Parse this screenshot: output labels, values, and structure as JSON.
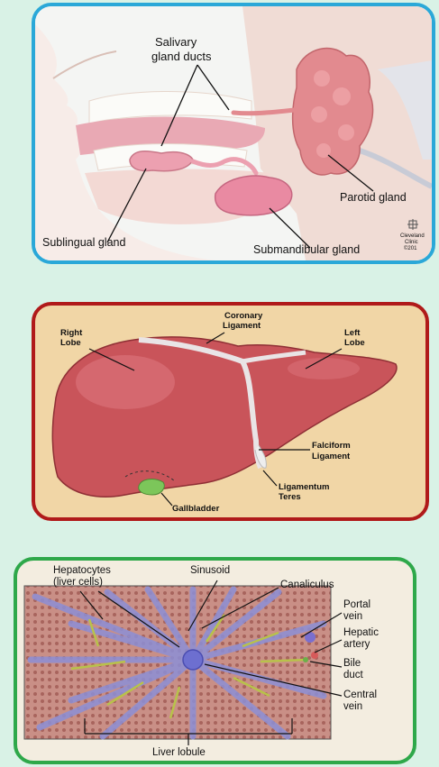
{
  "salivary": {
    "label_ducts_1": "Salivary",
    "label_ducts_2": "gland ducts",
    "label_parotid": "Parotid gland",
    "label_sublingual": "Sublingual gland",
    "label_submandibular": "Submandibular gland",
    "credit_1": "Cleveland",
    "credit_2": "Clinic",
    "credit_3": "©201",
    "border_color": "#2aa8d8"
  },
  "liver": {
    "label_right_lobe_1": "Right",
    "label_right_lobe_2": "Lobe",
    "label_coronary_1": "Coronary",
    "label_coronary_2": "Ligament",
    "label_left_lobe_1": "Left",
    "label_left_lobe_2": "Lobe",
    "label_falciform_1": "Falciform",
    "label_falciform_2": "Ligament",
    "label_teres_1": "Ligamentum",
    "label_teres_2": "Teres",
    "label_gallbladder": "Gallbladder",
    "border_color": "#b01a1a"
  },
  "lobule": {
    "label_hepatocytes_1": "Hepatocytes",
    "label_hepatocytes_2": "(liver cells)",
    "label_sinusoid": "Sinusoid",
    "label_canaliculus": "Canaliculus",
    "label_portal_1": "Portal",
    "label_portal_2": "vein",
    "label_hepatic_1": "Hepatic",
    "label_hepatic_2": "artery",
    "label_bile_1": "Bile",
    "label_bile_2": "duct",
    "label_central_1": "Central",
    "label_central_2": "vein",
    "label_lobule": "Liver lobule",
    "border_color": "#2ea84a"
  }
}
